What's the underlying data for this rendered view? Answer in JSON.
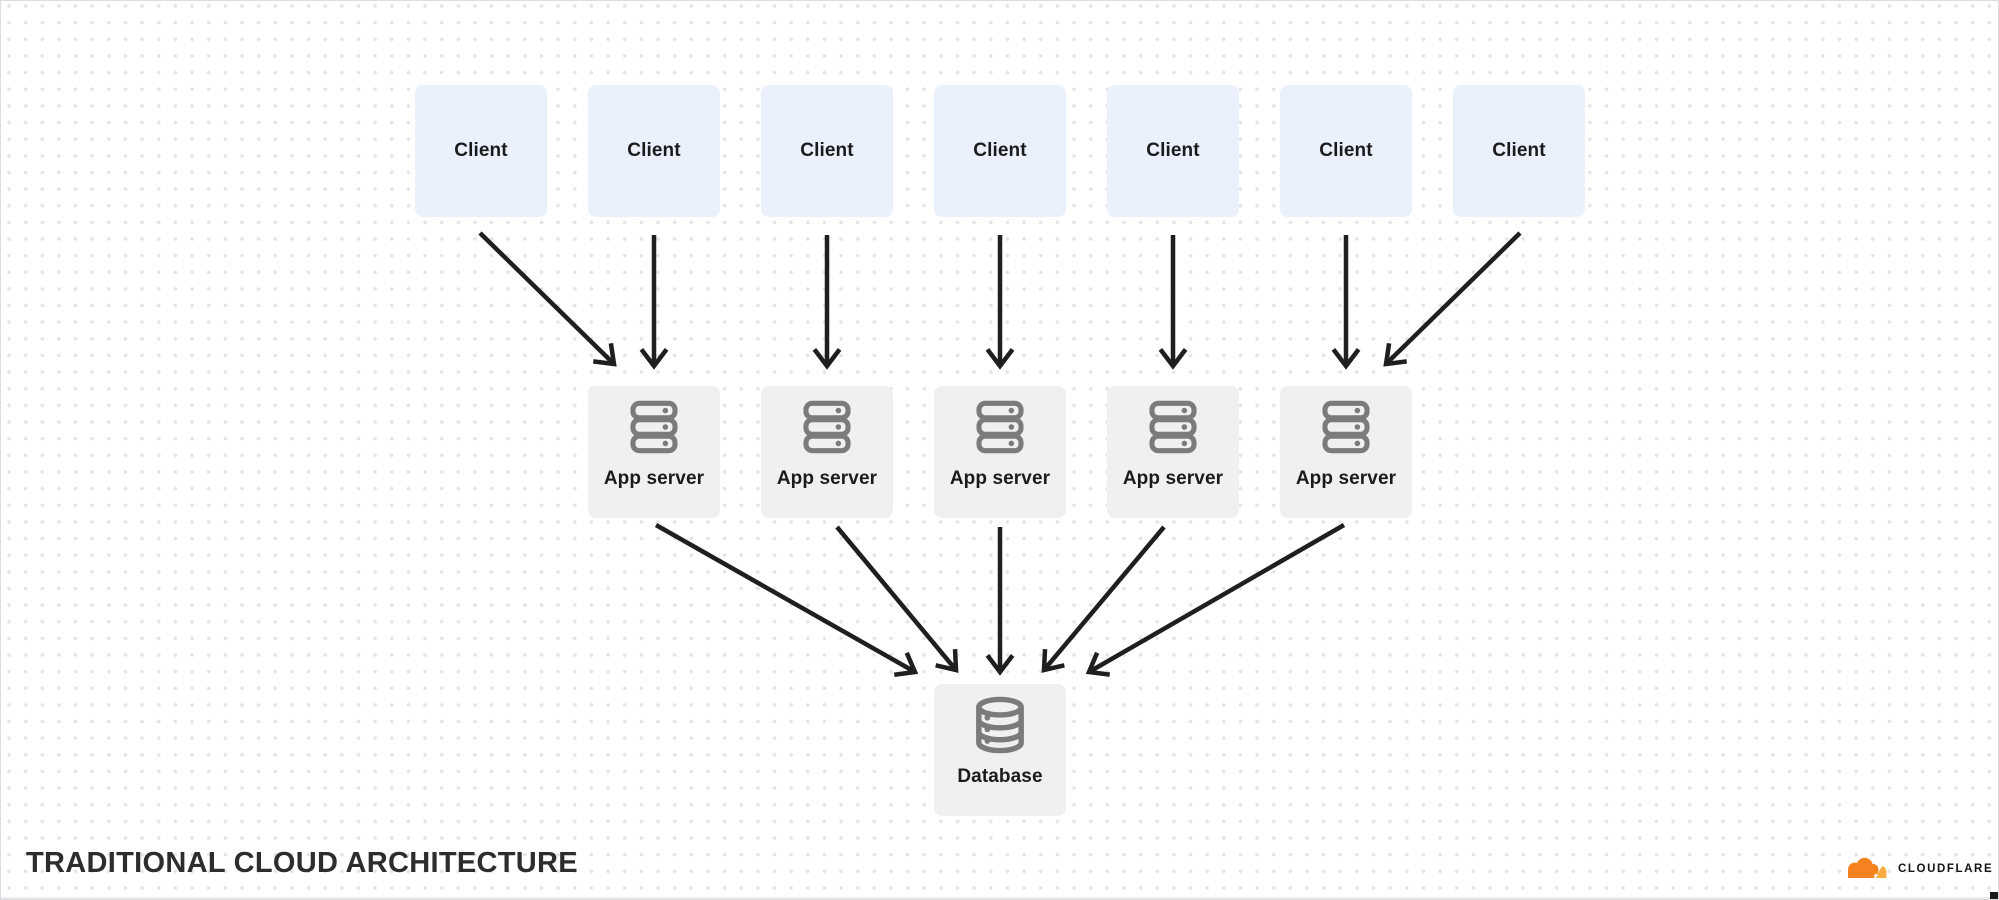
{
  "title": "TRADITIONAL CLOUD ARCHITECTURE",
  "brand": {
    "wordmark": "CLOUDFLARE"
  },
  "diagram": {
    "clients": [
      {
        "id": "client-1",
        "label": "Client"
      },
      {
        "id": "client-2",
        "label": "Client"
      },
      {
        "id": "client-3",
        "label": "Client"
      },
      {
        "id": "client-4",
        "label": "Client"
      },
      {
        "id": "client-5",
        "label": "Client"
      },
      {
        "id": "client-6",
        "label": "Client"
      },
      {
        "id": "client-7",
        "label": "Client"
      }
    ],
    "app_servers": [
      {
        "id": "app-server-1",
        "label": "App server",
        "icon": "server-stack-icon"
      },
      {
        "id": "app-server-2",
        "label": "App server",
        "icon": "server-stack-icon"
      },
      {
        "id": "app-server-3",
        "label": "App server",
        "icon": "server-stack-icon"
      },
      {
        "id": "app-server-4",
        "label": "App server",
        "icon": "server-stack-icon"
      },
      {
        "id": "app-server-5",
        "label": "App server",
        "icon": "server-stack-icon"
      }
    ],
    "database": {
      "id": "database",
      "label": "Database",
      "icon": "database-cylinder-icon"
    },
    "edges": [
      {
        "from": "client-1",
        "to": "app-server-1"
      },
      {
        "from": "client-2",
        "to": "app-server-1"
      },
      {
        "from": "client-3",
        "to": "app-server-2"
      },
      {
        "from": "client-4",
        "to": "app-server-3"
      },
      {
        "from": "client-5",
        "to": "app-server-4"
      },
      {
        "from": "client-6",
        "to": "app-server-5"
      },
      {
        "from": "client-7",
        "to": "app-server-5"
      },
      {
        "from": "app-server-1",
        "to": "database"
      },
      {
        "from": "app-server-2",
        "to": "database"
      },
      {
        "from": "app-server-3",
        "to": "database"
      },
      {
        "from": "app-server-4",
        "to": "database"
      },
      {
        "from": "app-server-5",
        "to": "database"
      }
    ]
  },
  "colors": {
    "client_fill": "#EAF1FD",
    "server_fill": "#F0F0EF",
    "icon_gray": "#7B7B7B",
    "arrow": "#1F1F1F",
    "label_text": "#1B1B1D",
    "title_text": "#2D2D2F",
    "background": "#FFFFFF",
    "grid_dot": "#E4E4E8",
    "brand_orange": "#F6821F",
    "brand_light_orange": "#FBAD41"
  }
}
